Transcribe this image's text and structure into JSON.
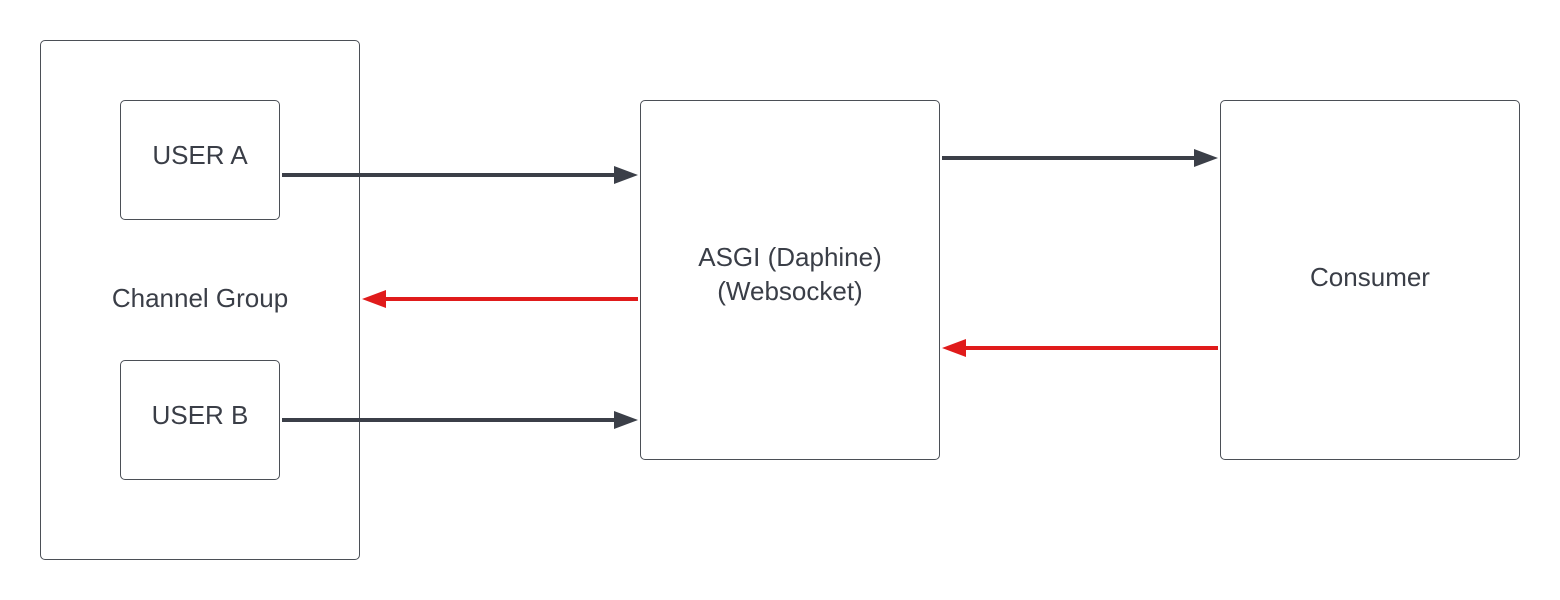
{
  "nodes": {
    "channel_group": {
      "label": "Channel Group"
    },
    "user_a": {
      "label": "USER A"
    },
    "user_b": {
      "label": "USER B"
    },
    "asgi": {
      "line1": "ASGI (Daphine)",
      "line2": "(Websocket)"
    },
    "consumer": {
      "label": "Consumer"
    }
  },
  "colors": {
    "request_arrow": "#3b3f48",
    "response_arrow": "#e01b1b",
    "box_border": "#4b4f56",
    "text": "#3a3e47"
  },
  "edges": [
    {
      "from": "USER A",
      "to": "ASGI (Daphine)",
      "kind": "request"
    },
    {
      "from": "USER B",
      "to": "ASGI (Daphine)",
      "kind": "request"
    },
    {
      "from": "ASGI (Daphine)",
      "to": "Consumer",
      "kind": "request"
    },
    {
      "from": "Consumer",
      "to": "ASGI (Daphine)",
      "kind": "response"
    },
    {
      "from": "ASGI (Daphine)",
      "to": "Channel Group",
      "kind": "response"
    }
  ]
}
